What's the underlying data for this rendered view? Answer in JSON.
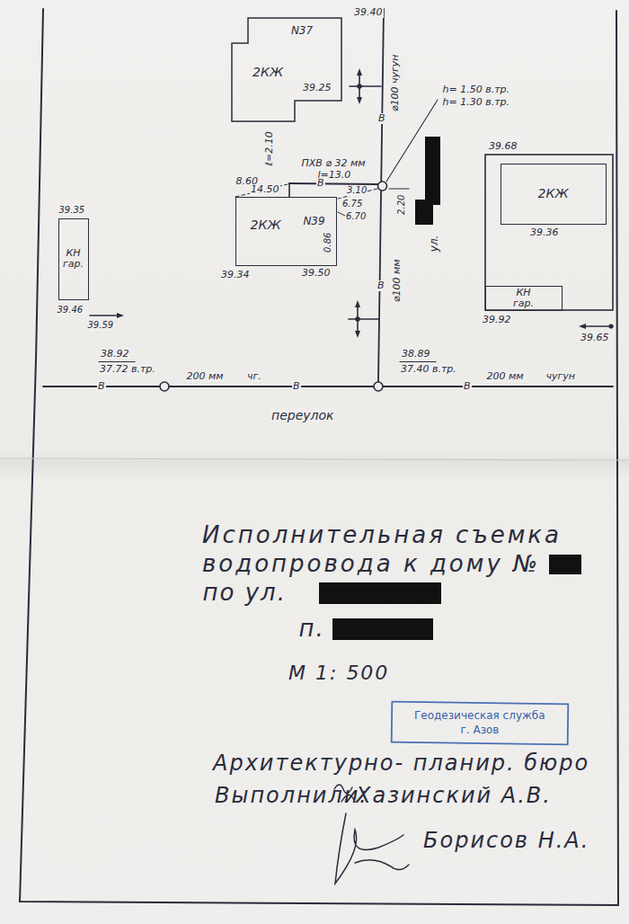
{
  "diagram": {
    "title": "Исполнительная съемка водопровода к дому №",
    "nodes": [
      {
        "text": [
          "N37",
          "2КЖ"
        ]
      },
      {
        "text": [
          "2КЖ",
          "N39"
        ]
      },
      {
        "text": [
          "КН гар."
        ]
      },
      {
        "text": [
          "2КЖ"
        ]
      },
      {
        "text": [
          "КН гар."
        ]
      }
    ],
    "labels": [
      "39.40",
      "39.25",
      "ℓ=2.10",
      "ПХВ ⌀ 32 мм",
      "l=13.0",
      "В",
      "8.60",
      "14.50",
      "3.10",
      "6.75",
      "6.70",
      "0.86",
      "2.20",
      "h= 1.50 в.тр.",
      "h= 1.30 в.тр.",
      "⌀100 чугун",
      "В",
      "В",
      "⌀100 мм",
      "ул.",
      "39.35",
      "39.46",
      "39.59",
      "39.34",
      "39.50",
      "39.68",
      "39.36",
      "39.92",
      "39.65",
      "38.92",
      "37.72 в.тр.",
      "38.89",
      "37.40 в.тр.",
      "В",
      "200 мм",
      "чг.",
      "В",
      "В",
      "200 мм",
      "чугун",
      "переулок",
      "по ул.",
      "п.",
      "М 1: 500",
      "Геодезическая служба",
      "г. Азов",
      "Архитектурно- планир. бюро",
      "Выполнили:",
      "Хазинский А.В.",
      "Борисов Н.А."
    ]
  }
}
